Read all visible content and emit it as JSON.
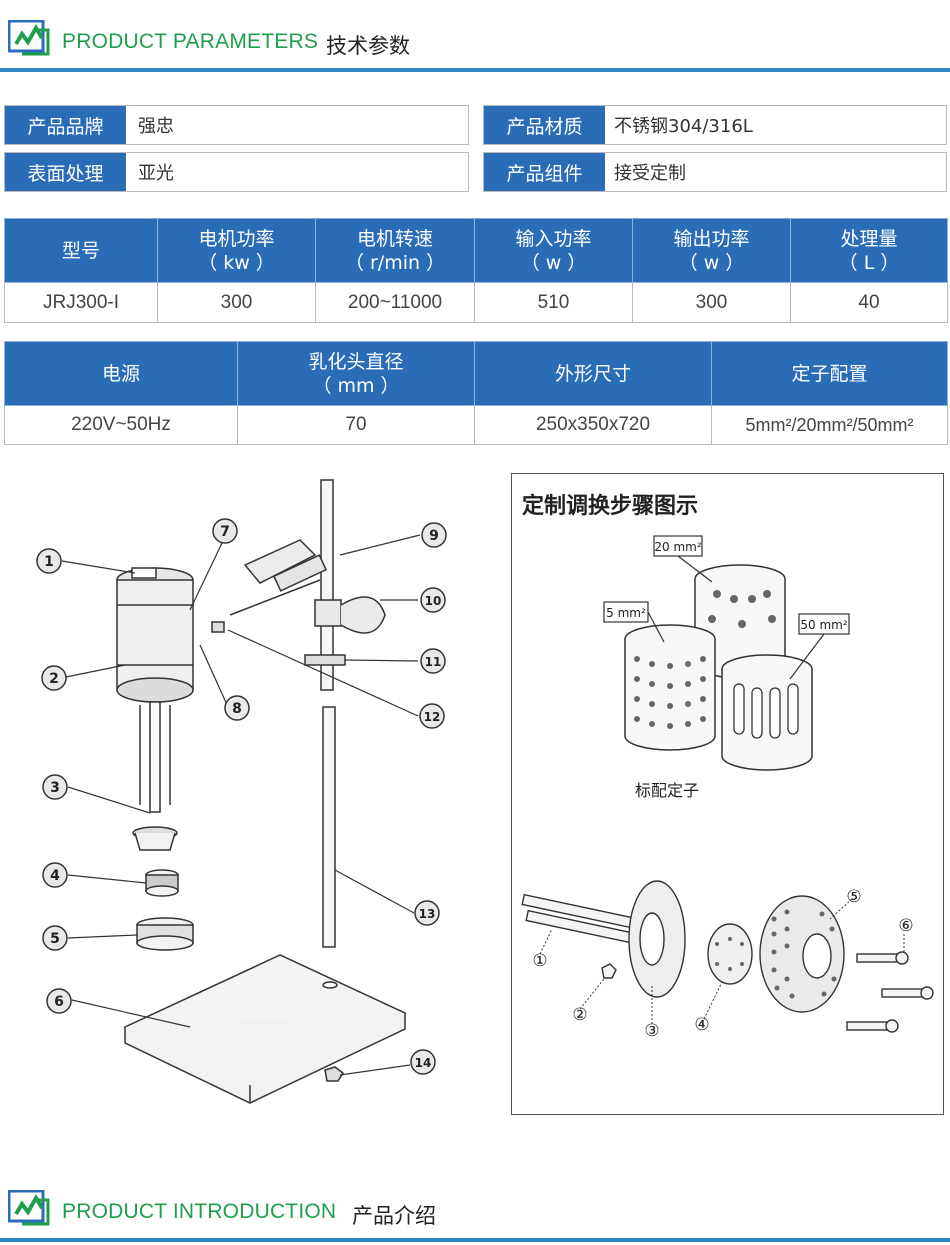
{
  "header_params": {
    "title_en": "PRODUCT PARAMETERS",
    "title_cn": "技术参数"
  },
  "specs": [
    {
      "label": "产品品牌",
      "value": "强忠"
    },
    {
      "label": "产品材质",
      "value": "不锈钢304/316L"
    },
    {
      "label": "表面处理",
      "value": "亚光"
    },
    {
      "label": "产品组件",
      "value": "接受定制"
    }
  ],
  "table1": {
    "headers": [
      {
        "name": "型号",
        "unit": ""
      },
      {
        "name": "电机功率",
        "unit": "（ kw ）"
      },
      {
        "name": "电机转速",
        "unit": "（ r/min ）"
      },
      {
        "name": "输入功率",
        "unit": "（ w ）"
      },
      {
        "name": "输出功率",
        "unit": "（ w ）"
      },
      {
        "name": "处理量",
        "unit": "（ L ）"
      }
    ],
    "row": [
      "JRJ300-I",
      "300",
      "200~11000",
      "510",
      "300",
      "40"
    ]
  },
  "table2": {
    "headers": [
      {
        "name": "电源",
        "unit": ""
      },
      {
        "name": "乳化头直径",
        "unit": "（ mm ）"
      },
      {
        "name": "外形尺寸",
        "unit": ""
      },
      {
        "name": "定子配置",
        "unit": ""
      }
    ],
    "row": [
      "220V~50Hz",
      "70",
      "250x350x720",
      "5mm²/20mm²/50mm²"
    ]
  },
  "diagram_left": {
    "callouts": [
      "1",
      "2",
      "3",
      "4",
      "5",
      "6",
      "7",
      "8",
      "9",
      "10",
      "11",
      "12",
      "13",
      "14"
    ]
  },
  "diagram_right": {
    "title": "定制调换步骤图示",
    "stator_labels": [
      "20 mm²",
      "5 mm²",
      "50 mm²"
    ],
    "caption": "标配定子",
    "parts": [
      "①",
      "②",
      "③",
      "④",
      "⑤",
      "⑥"
    ]
  },
  "header_intro": {
    "title_en": "PRODUCT INTRODUCTION",
    "title_cn": "产品介绍"
  },
  "colors": {
    "brand_blue": "#2a6db6",
    "green": "#1f9e4b",
    "rule_blue": "#2f86c7"
  }
}
